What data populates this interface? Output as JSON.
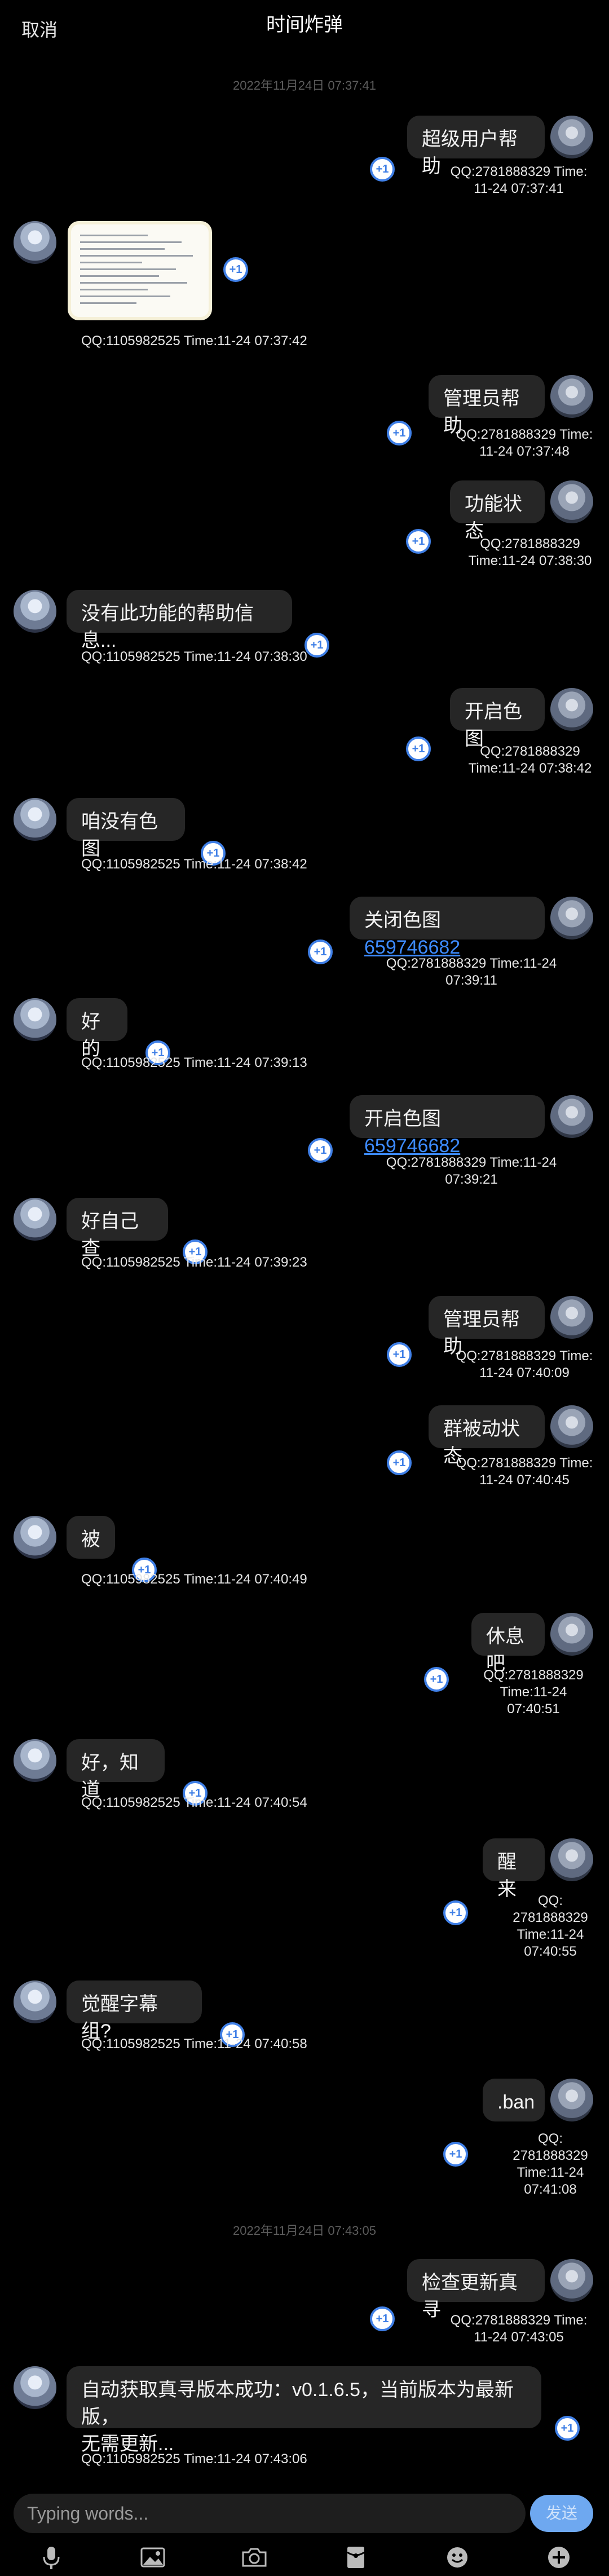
{
  "header": {
    "cancel": "取消",
    "title": "时间炸弹"
  },
  "timestamps": [
    "2022年11月24日 07:37:41",
    "2022年11月24日 07:43:05"
  ],
  "badge": "+1",
  "image_message": {
    "meta": "QQ:1105982525  Time:11-24 07:37:42"
  },
  "messages": [
    {
      "side": "right",
      "text": "超级用户帮助",
      "meta": "QQ:2781888329  Time:\n11-24 07:37:41"
    },
    {
      "side": "right",
      "text": "管理员帮助",
      "meta": "QQ:2781888329  Time:\n11-24 07:37:48"
    },
    {
      "side": "right",
      "text": "功能状态",
      "meta": "QQ:2781888329\nTime:11-24 07:38:30"
    },
    {
      "side": "left",
      "text": "没有此功能的帮助信息...",
      "meta": "QQ:1105982525  Time:11-24 07:38:30"
    },
    {
      "side": "right",
      "text": "开启色图",
      "meta": "QQ:2781888329\nTime:11-24 07:38:42"
    },
    {
      "side": "left",
      "text": "咱没有色图",
      "meta": "QQ:1105982525  Time:11-24 07:38:42"
    },
    {
      "side": "right",
      "text": "关闭色图 ",
      "link": "659746682",
      "meta": "QQ:2781888329  Time:11-24 07:39:11"
    },
    {
      "side": "left",
      "text": "好的",
      "meta": "QQ:1105982525  Time:11-24 07:39:13"
    },
    {
      "side": "right",
      "text": "开启色图 ",
      "link": "659746682",
      "meta": "QQ:2781888329  Time:11-24 07:39:21"
    },
    {
      "side": "left",
      "text": "好自己查",
      "meta": "QQ:1105982525  Time:11-24 07:39:23"
    },
    {
      "side": "right",
      "text": "管理员帮助",
      "meta": "QQ:2781888329  Time:\n11-24 07:40:09"
    },
    {
      "side": "right",
      "text": "群被动状态",
      "meta": "QQ:2781888329  Time:\n11-24 07:40:45"
    },
    {
      "side": "left",
      "text": "被",
      "meta": "QQ:1105982525  Time:11-24 07:40:49"
    },
    {
      "side": "right",
      "text": "休息吧",
      "meta": "QQ:2781888329\nTime:11-24\n07:40:51"
    },
    {
      "side": "left",
      "text": "好，知道",
      "meta": "QQ:1105982525  Time:11-24 07:40:54"
    },
    {
      "side": "right",
      "text": "醒来",
      "meta": "QQ:\n2781888329\nTime:11-24\n07:40:55"
    },
    {
      "side": "left",
      "text": "觉醒字幕组?",
      "meta": "QQ:1105982525  Time:11-24 07:40:58"
    },
    {
      "side": "right",
      "text": ".ban",
      "meta": "QQ:\n2781888329\nTime:11-24\n07:41:08"
    },
    {
      "side": "right",
      "text": "检查更新真寻",
      "meta": "QQ:2781888329  Time:\n11-24 07:43:05"
    },
    {
      "side": "left",
      "text": "自动获取真寻版本成功：v0.1.6.5，当前版本为最新版，\n无需更新...",
      "meta": "QQ:1105982525  Time:11-24 07:43:06"
    }
  ],
  "composer": {
    "placeholder": "Typing words...",
    "send": "发送"
  },
  "toolbar": [
    "mic-icon",
    "image-icon",
    "camera-icon",
    "red-packet-icon",
    "emoji-icon",
    "plus-icon"
  ]
}
